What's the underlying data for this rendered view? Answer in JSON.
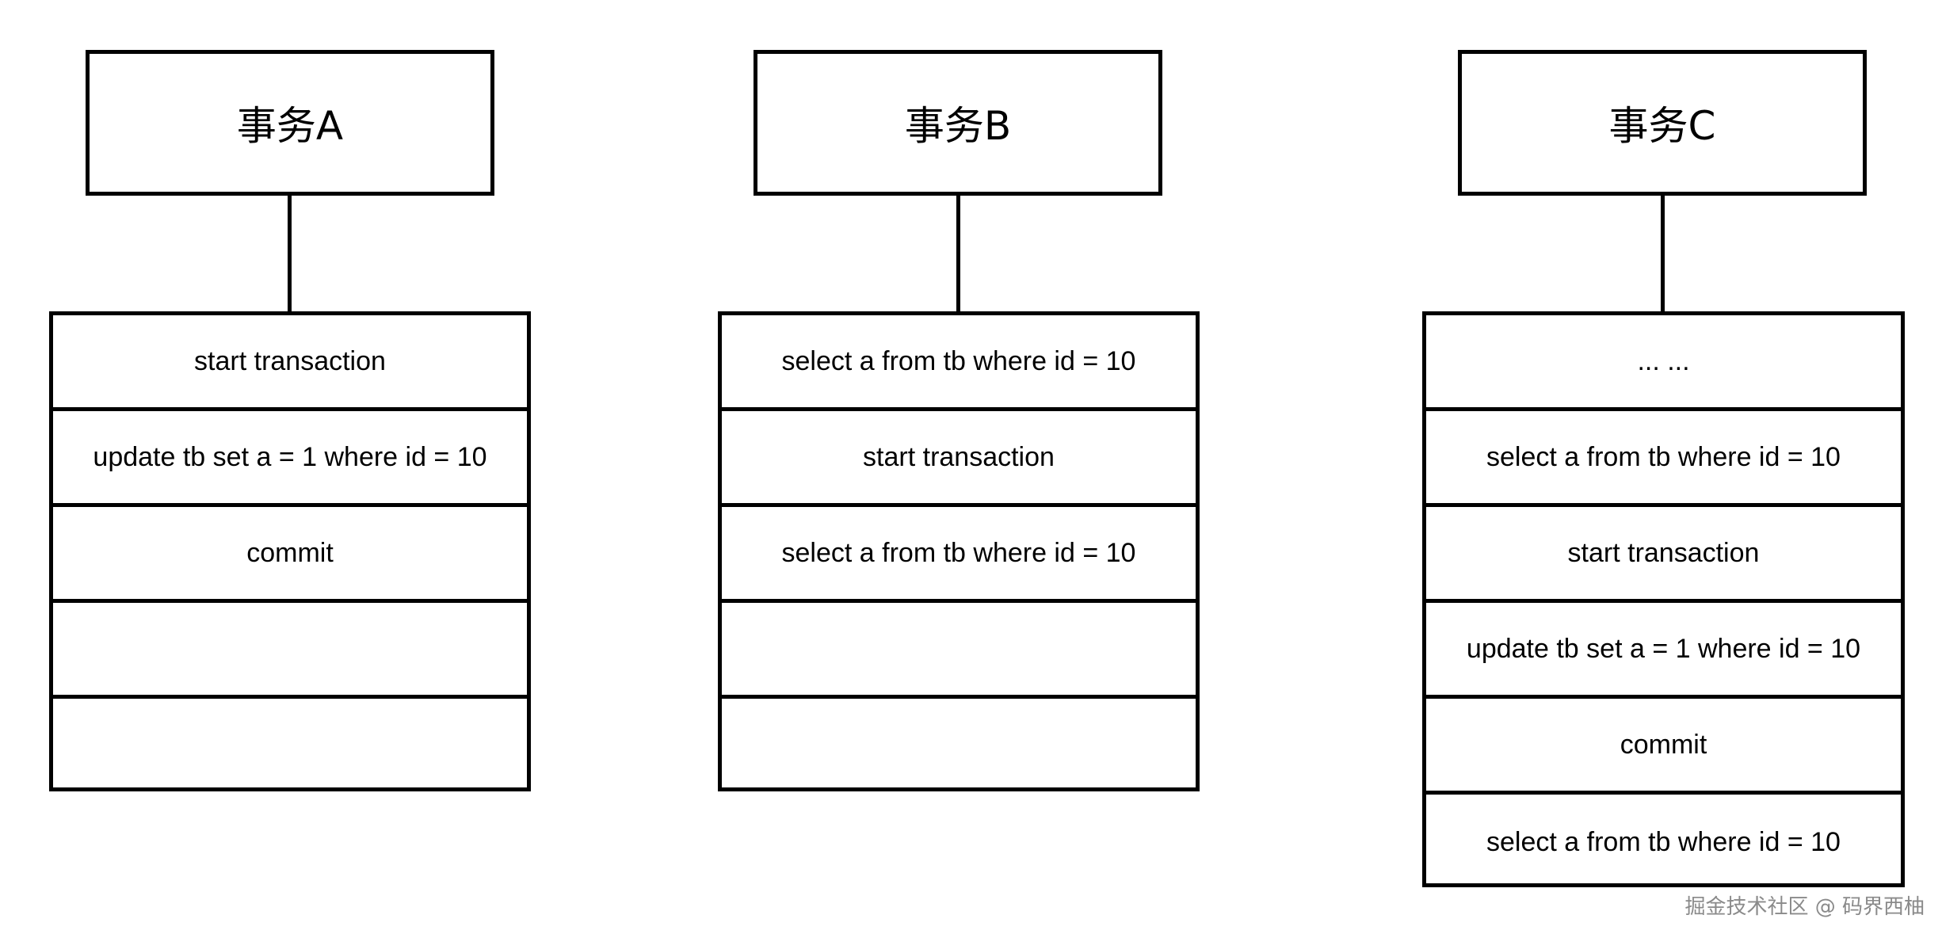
{
  "transactions": [
    {
      "title": "事务A",
      "steps": [
        "start transaction",
        "update tb set a = 1 where id = 10",
        "commit",
        "",
        ""
      ]
    },
    {
      "title": "事务B",
      "steps": [
        "select a from tb where id = 10",
        "start transaction",
        "select a from tb where id = 10",
        "",
        ""
      ]
    },
    {
      "title": "事务C",
      "steps": [
        "... ...",
        "select a from tb where id = 10",
        "start transaction",
        "update tb set a = 1 where id = 10",
        "commit",
        "select a from tb where id = 10"
      ]
    }
  ],
  "watermark": "掘金技术社区 @ 码界西柚"
}
